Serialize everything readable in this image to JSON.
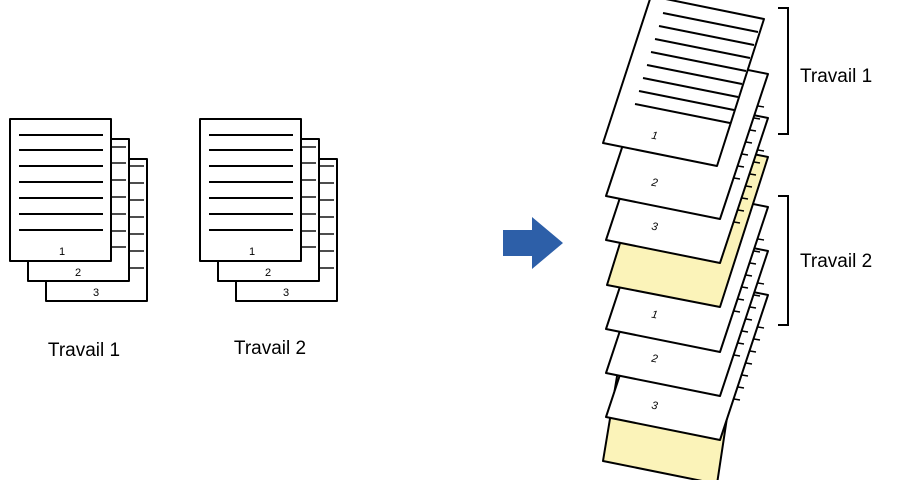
{
  "left_jobs": [
    {
      "label": "Travail 1",
      "page_numbers": [
        "1",
        "2",
        "3"
      ]
    },
    {
      "label": "Travail 2",
      "page_numbers": [
        "1",
        "2",
        "3"
      ]
    }
  ],
  "right_stack": {
    "job1_label": "Travail 1",
    "job2_label": "Travail 2",
    "page_numbers": [
      "1",
      "2",
      "3",
      "1",
      "2",
      "3"
    ]
  },
  "colors": {
    "arrow": "#2d5fa8",
    "separator": "#fbf3b9"
  },
  "icons": [
    "arrow-right-icon"
  ]
}
